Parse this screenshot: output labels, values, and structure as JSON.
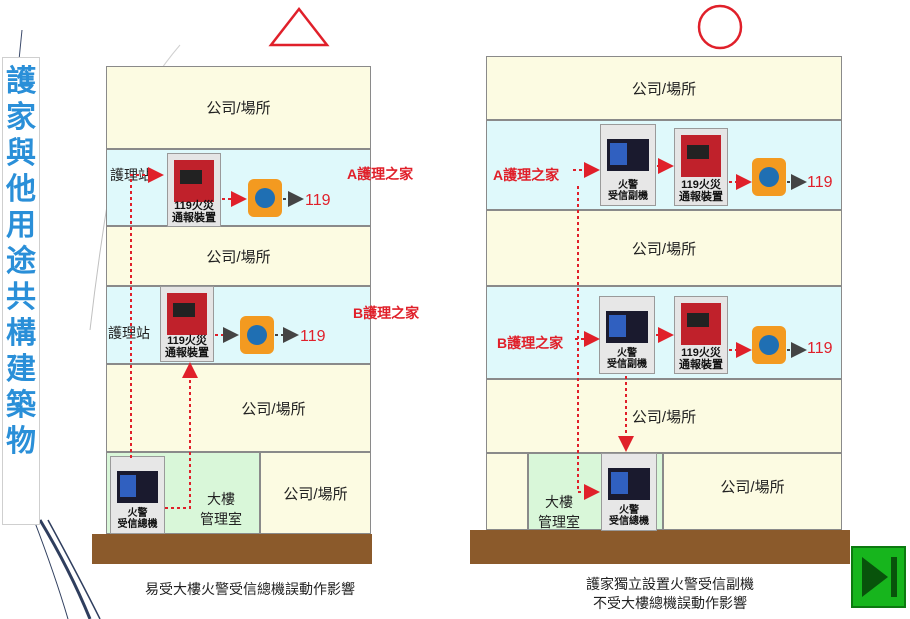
{
  "side_title": {
    "chars": [
      "護",
      "家",
      "與",
      "他",
      "用",
      "途",
      "共",
      "構",
      "建",
      "築",
      "物"
    ],
    "color": "#2a8fd8"
  },
  "marks": {
    "triangle": "triangle-icon",
    "circle": "circle-icon",
    "color": "#e0202a"
  },
  "left": {
    "floors": {
      "f1": "公司/場所",
      "f2": "公司/場所",
      "f3": "公司/場所",
      "f4": "公司/場所"
    },
    "station_a": "護理站",
    "station_b": "護理站",
    "label_a": "A護理之家",
    "label_b": "B護理之家",
    "panel_119_a": "119火災\n通報裝置",
    "panel_119_b": "119火災\n通報裝置",
    "dest_a": "119",
    "dest_b": "119",
    "mgmt_room": "大樓\n管理室",
    "main_panel": "火警\n受信總機",
    "caption": "易受大樓火警受信總機誤動作影響"
  },
  "right": {
    "floors": {
      "f1": "公司/場所",
      "f2": "公司/場所",
      "f3": "公司/場所",
      "f4": "公司/場所"
    },
    "label_a": "A護理之家",
    "label_b": "B護理之家",
    "sub_panel_a": "火警\n受信副機",
    "sub_panel_b": "火警\n受信副機",
    "panel_119_a": "119火災\n通報裝置",
    "panel_119_b": "119火災\n通報裝置",
    "dest_a": "119",
    "dest_b": "119",
    "mgmt_room": "大樓\n管理室",
    "main_panel": "火警\n受信總機",
    "caption_line1": "護家獨立設置火警受信副機",
    "caption_line2": "不受大樓總機誤動作影響"
  },
  "nav": {
    "icon": "next-slide-icon"
  },
  "colors": {
    "yellow": "#fcfbe2",
    "cyan": "#dff9fb",
    "green": "#d9f7d9",
    "ground": "#8b5a2b",
    "arrow": "#e0202a"
  }
}
